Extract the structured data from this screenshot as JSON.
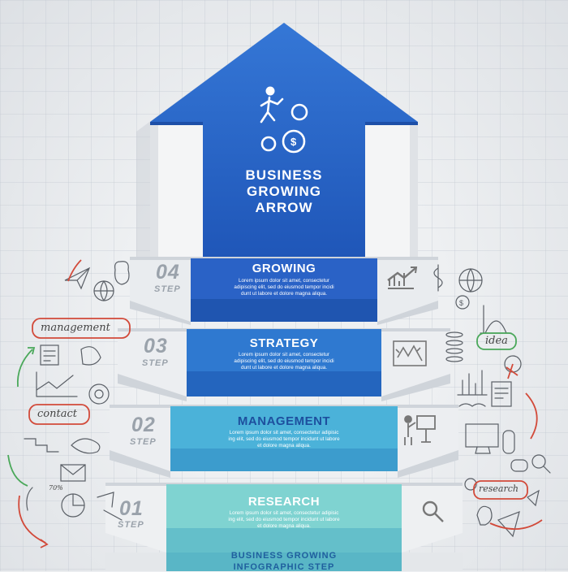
{
  "title": {
    "lines": [
      "BUSINESS",
      "GROWING",
      "ARROW"
    ]
  },
  "steps": [
    {
      "number": "04",
      "step_label": "STEP",
      "title": "GROWING",
      "body": [
        "Lorem ipsum dolor sit amet, consectetur",
        "adipiscing elit, sed do eiusmod tempor incidi",
        "dunt ut labore et dolore magna aliqua."
      ],
      "icon": "chart-up-icon",
      "color": "#2a62c6"
    },
    {
      "number": "03",
      "step_label": "STEP",
      "title": "STRATEGY",
      "body": [
        "Lorem ipsum dolor sit amet, consectetur",
        "adipiscing elit, sed do eiusmod tempor incidi",
        "dunt ut labore et dolore magna aliqua."
      ],
      "icon": "strategy-chart-icon",
      "color": "#2e78cf"
    },
    {
      "number": "02",
      "step_label": "STEP",
      "title": "MANAGEMENT",
      "body": [
        "Lorem ipsum dolor sit amet, consectetur adipisic",
        "ing elit, sed do eiusmod tempor incidunt ut labore",
        "et dolore magna aliqua."
      ],
      "icon": "presenter-icon",
      "color": "#4ab0d8"
    },
    {
      "number": "01",
      "step_label": "STEP",
      "title": "RESEARCH",
      "body": [
        "Lorem ipsum dolor sit amet, consectetur adipisic",
        "ing elit, sed do eiusmod tempor incidunt ut labore",
        "et dolore magna aliqua."
      ],
      "icon": "magnifier-icon",
      "color": "#79d0cf"
    }
  ],
  "footer": {
    "lines": [
      "BUSINESS GROWING",
      "INFOGRAPHIC STEP"
    ]
  },
  "doodles": {
    "management": "management",
    "contact": "contact",
    "idea": "idea",
    "research": "research",
    "percent_label": "70%"
  },
  "colors": {
    "arrow_blue": "#2b64c8",
    "step_04": "#2a62c6",
    "step_03": "#2e78cf",
    "step_02": "#4ab0d8",
    "step_01": "#79d0cf"
  }
}
